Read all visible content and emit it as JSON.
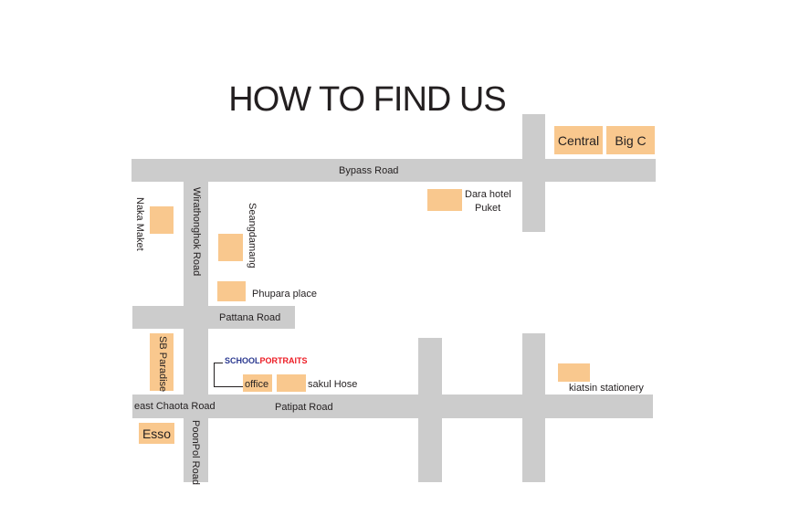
{
  "title": "HOW TO FIND US",
  "roads": {
    "bypass": "Bypass Road",
    "wirathong": "Wirathonghok Road",
    "pattana": "Pattana Road",
    "east_chaota": "east Chaota Road",
    "patipat": "Patipat Road",
    "poonpol": "PoonPol Road"
  },
  "places": {
    "central": "Central",
    "big_c": "Big C",
    "dara_hotel_line1": "Dara hotel",
    "dara_hotel_line2": "Puket",
    "naka": "Naka Maket",
    "seangdamang": "Seangdamang",
    "phupara": "Phupara place",
    "sb_paradise": "SB Paradise",
    "office": "office",
    "sakul": "sakul Hose",
    "kiatsin": "kiatsin stationery",
    "esso": "Esso"
  },
  "logo": {
    "part1": "SCHOOL",
    "part2": "PORTRAITS"
  },
  "colors": {
    "road": "#cccccc",
    "building": "#f9c88e",
    "text": "#231f20",
    "logo_blue": "#2b3990",
    "logo_red": "#ed1c24"
  }
}
